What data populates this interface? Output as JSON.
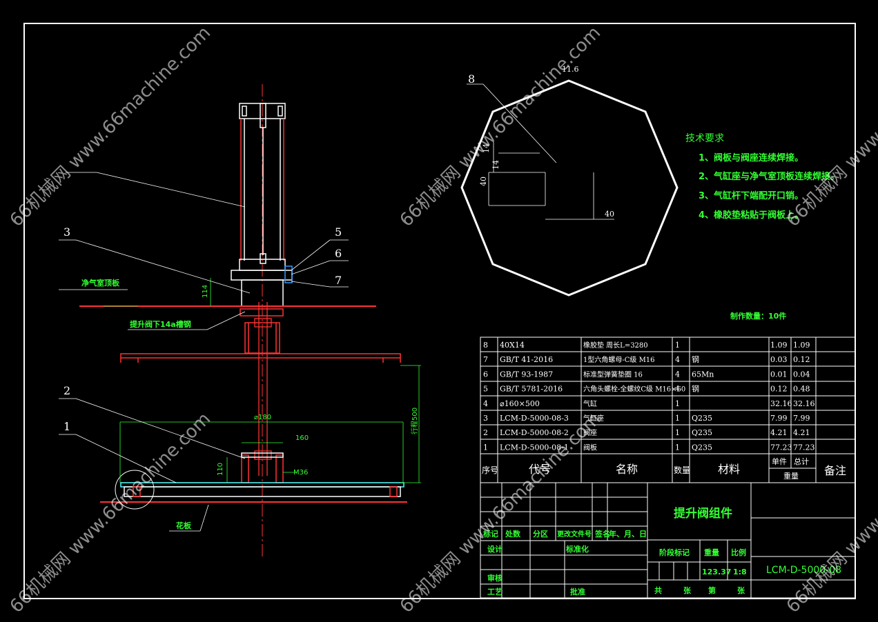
{
  "part_callouts": [
    "1",
    "2",
    "3",
    "5",
    "6",
    "7",
    "8"
  ],
  "front_view": {
    "labels": {
      "clean_room_top": "净气室顶板",
      "lift_channel": "提升阀下14a槽钢",
      "flower_plate": "花板"
    },
    "dims": {
      "d114": "114",
      "dia180": "⌀180",
      "d160": "160",
      "d110": "110",
      "m36": "M36",
      "stroke": "行程500"
    }
  },
  "octagon_view": {
    "dim_top": "11.6",
    "dim_14a": "14",
    "dim_14b": "14",
    "dim_40v": "40",
    "dim_40h": "40"
  },
  "tech_requirements": {
    "title": "技术要求",
    "items": [
      "1、阀板与阀座连续焊接。",
      "2、气缸座与净气室顶板连续焊接。",
      "3、气缸杆下端配开口销。",
      "4、橡胶垫粘贴于阀板上。"
    ]
  },
  "production_qty": "制作数量：10件",
  "bom": {
    "rows": [
      {
        "no": "8",
        "code": "40X14",
        "name": "橡胶垫 周长L=3280",
        "qty": "1",
        "material": "",
        "unit": "1.09",
        "total": "1.09"
      },
      {
        "no": "7",
        "code": "GB/T 41-2016",
        "name": "1型六角螺母-C级 M16",
        "qty": "4",
        "material": "钢",
        "unit": "0.03",
        "total": "0.12"
      },
      {
        "no": "6",
        "code": "GB/T 93-1987",
        "name": "标准型弹簧垫圈 16",
        "qty": "4",
        "material": "65Mn",
        "unit": "0.01",
        "total": "0.04"
      },
      {
        "no": "5",
        "code": "GB/T 5781-2016",
        "name": "六角头螺栓-全螺纹C级 M16×60",
        "qty": "4",
        "material": "钢",
        "unit": "0.12",
        "total": "0.48"
      },
      {
        "no": "4",
        "code": "⌀160×500",
        "name": "气缸",
        "qty": "1",
        "material": "",
        "unit": "32.16",
        "total": "32.16"
      },
      {
        "no": "3",
        "code": "LCM-D-5000-08-3",
        "name": "气缸座",
        "qty": "1",
        "material": "Q235",
        "unit": "7.99",
        "total": "7.99"
      },
      {
        "no": "2",
        "code": "LCM-D-5000-08-2",
        "name": "阀座",
        "qty": "1",
        "material": "Q235",
        "unit": "4.21",
        "total": "4.21"
      },
      {
        "no": "1",
        "code": "LCM-D-5000-08-1",
        "name": "阀板",
        "qty": "1",
        "material": "Q235",
        "unit": "77.23",
        "total": "77.23"
      }
    ],
    "header": {
      "no": "序号",
      "code": "代号",
      "name": "名称",
      "qty": "数量",
      "material": "材料",
      "unit": "单件",
      "total": "总计",
      "weight": "重量",
      "remark": "备注"
    }
  },
  "title_block": {
    "title": "提升阀组件",
    "drawing_no": "LCM-D-5000-08",
    "mark": "标记",
    "count": "处数",
    "zone": "分区",
    "change_doc": "更改文件号",
    "sign": "签名",
    "date": "年、月、日",
    "design": "设计",
    "standardize": "标准化",
    "stage_mark": "阶段标记",
    "weight": "重量",
    "scale": "比例",
    "weight_val": "123.37",
    "scale_val": "1:8",
    "review": "审核",
    "process": "工艺",
    "approve": "批准",
    "total_sheets": "共",
    "sheets": "张",
    "sheet_no": "第",
    "sheet": "张"
  },
  "watermark": "66机械网 www.66machine.com"
}
